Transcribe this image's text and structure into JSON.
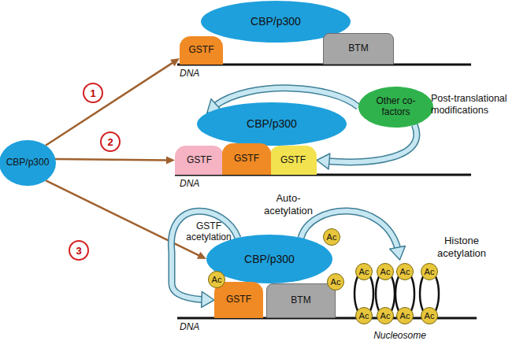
{
  "diagram": {
    "nodes": [
      {
        "text": [
          "CBP/p300"
        ]
      },
      {
        "text": [
          "CBP/p300"
        ]
      },
      {
        "text": [
          "GSTF"
        ]
      },
      {
        "text": [
          "BTM"
        ]
      },
      {
        "text": [
          "Other co-factors"
        ]
      },
      {
        "text": [
          "CBP/p300"
        ]
      },
      {
        "text": [
          "GSTF"
        ]
      },
      {
        "text": [
          "GSTF"
        ]
      },
      {
        "text": [
          "GSTF"
        ]
      },
      {
        "text": [
          "CBP/p300"
        ]
      },
      {
        "text": [
          "Ac"
        ],
        "in": 9
      },
      {
        "text": [
          "GSTF"
        ]
      },
      {
        "text": [
          "Ac"
        ],
        "in": 11
      },
      {
        "text": [
          "BTM"
        ]
      },
      {
        "text": [
          "Ac"
        ],
        "in": 13
      },
      {
        "text": [
          "Nucleosome"
        ]
      },
      {
        "text": [
          "Ac"
        ],
        "in": 15
      },
      {
        "text": [
          "Ac"
        ],
        "in": 15
      },
      {
        "text": [
          "Ac"
        ],
        "in": 15
      },
      {
        "text": [
          "Ac"
        ],
        "in": 15
      },
      {
        "text": [
          "Ac"
        ],
        "in": 15
      },
      {
        "text": [
          "Ac"
        ],
        "in": 15
      },
      {
        "text": [
          "Ac"
        ],
        "in": 15
      },
      {
        "text": [
          "Ac"
        ],
        "in": 15
      }
    ],
    "edges": [
      {
        "from": 0,
        "to": 2,
        "arrow": "to",
        "label": "1"
      },
      {
        "from": 0,
        "to": 6,
        "arrow": "to",
        "label": "2"
      },
      {
        "from": 0,
        "to": 9,
        "arrow": "to",
        "label": "3"
      },
      {
        "from": 9,
        "to": 11,
        "arrow": "to"
      },
      {
        "from": 9,
        "to": 15,
        "arrow": "to"
      },
      {
        "from": 4,
        "to": 5,
        "arrow": "to"
      },
      {
        "from": 4,
        "to": 8,
        "arrow": "to"
      }
    ],
    "labels": [
      "DNA",
      "DNA",
      "DNA",
      "Post-translational modifications",
      "Auto- acetylation",
      "GSTF acetylation",
      "Histone acetylation"
    ]
  }
}
